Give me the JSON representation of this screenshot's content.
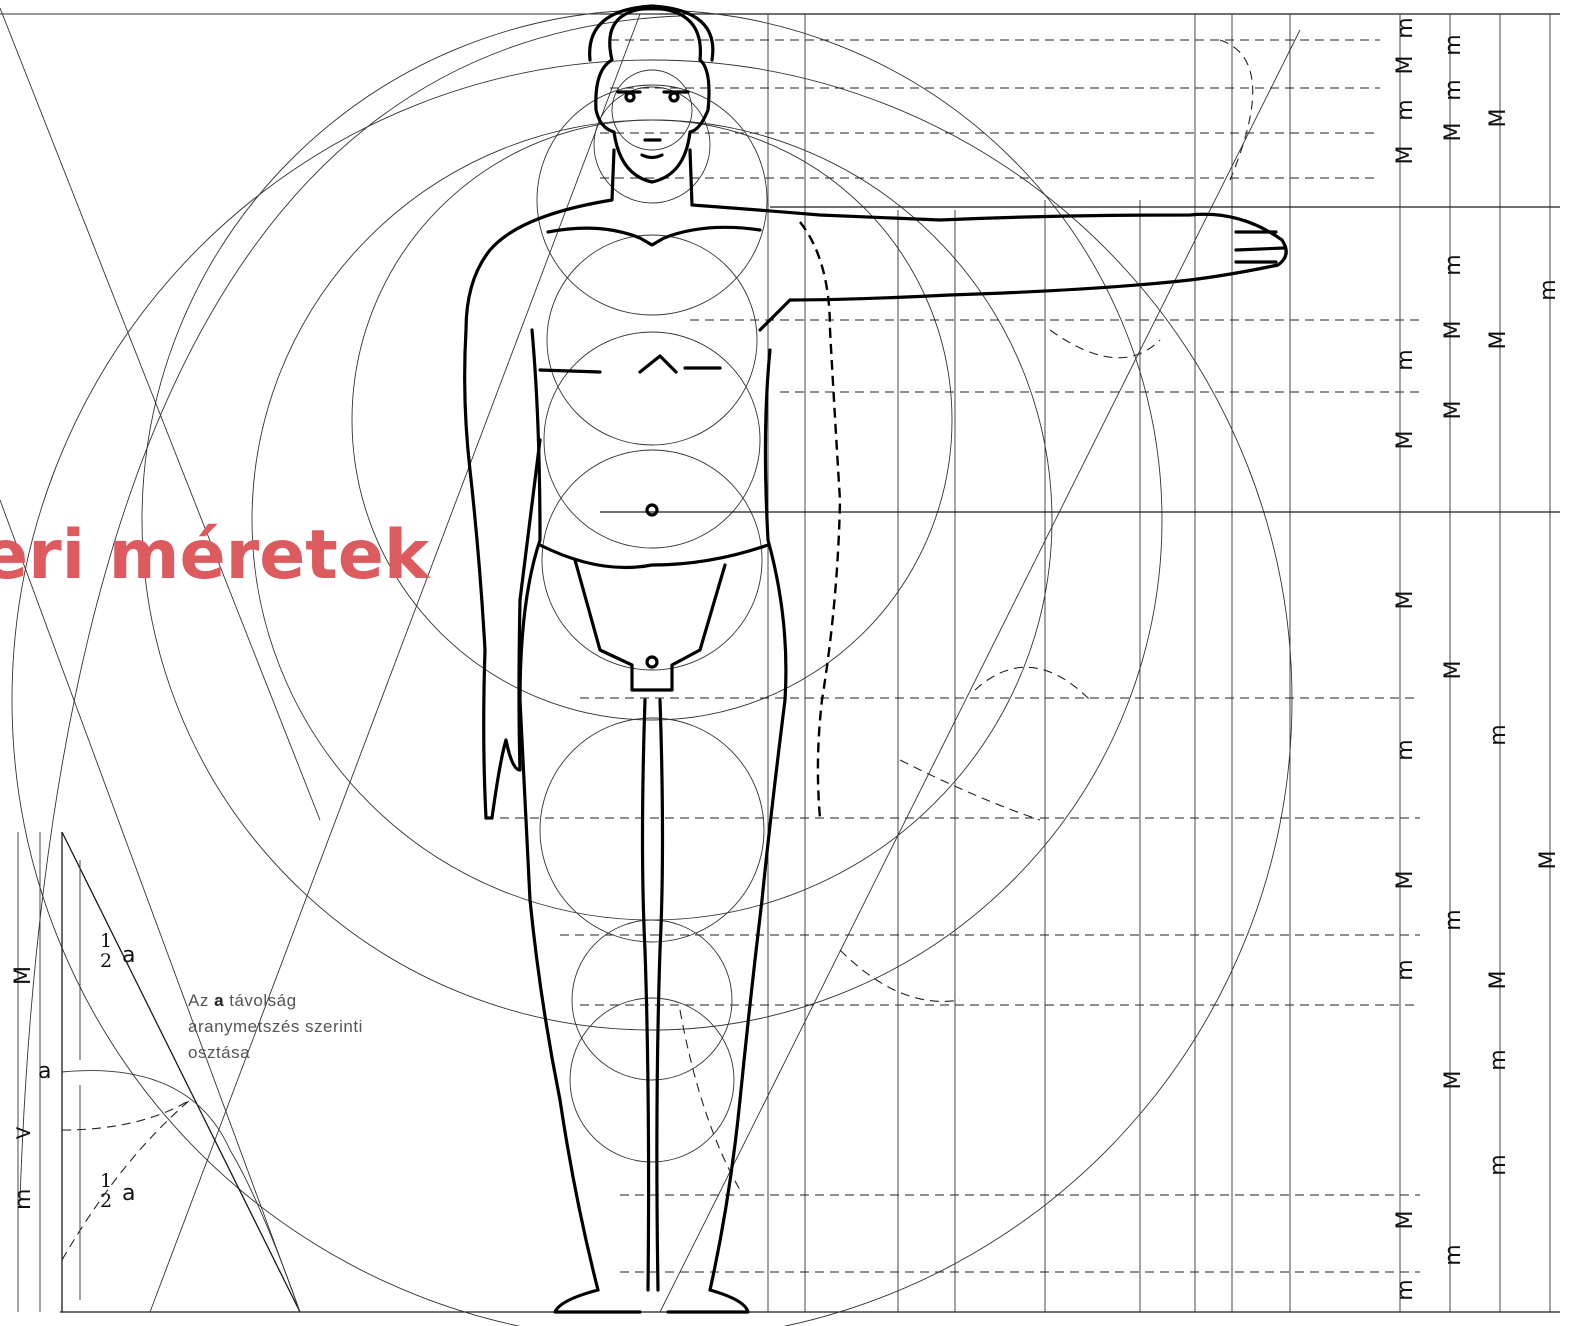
{
  "title": "eri méretek",
  "caption": {
    "line1_prefix": "Az ",
    "line1_a": "a",
    "line1_rest": " távolság",
    "line2": "aranymetszés szerinti",
    "line3": "osztása"
  },
  "inset_labels": {
    "M": "M",
    "m": "m",
    "a": "a",
    "half_num": "1",
    "half_den": "2",
    "half_a": "a"
  },
  "scale_columns": {
    "col1": [
      "m",
      "M",
      "m",
      "M",
      "M",
      "m",
      "M",
      "m",
      "M",
      "m",
      "M",
      "m"
    ],
    "col2": [
      "m",
      "M",
      "m",
      "M",
      "M",
      "M",
      "m",
      "M",
      "m",
      "m"
    ],
    "col3": [
      "m",
      "m",
      "M",
      "M",
      "M",
      "m"
    ],
    "col4": [
      "m",
      "M"
    ]
  }
}
